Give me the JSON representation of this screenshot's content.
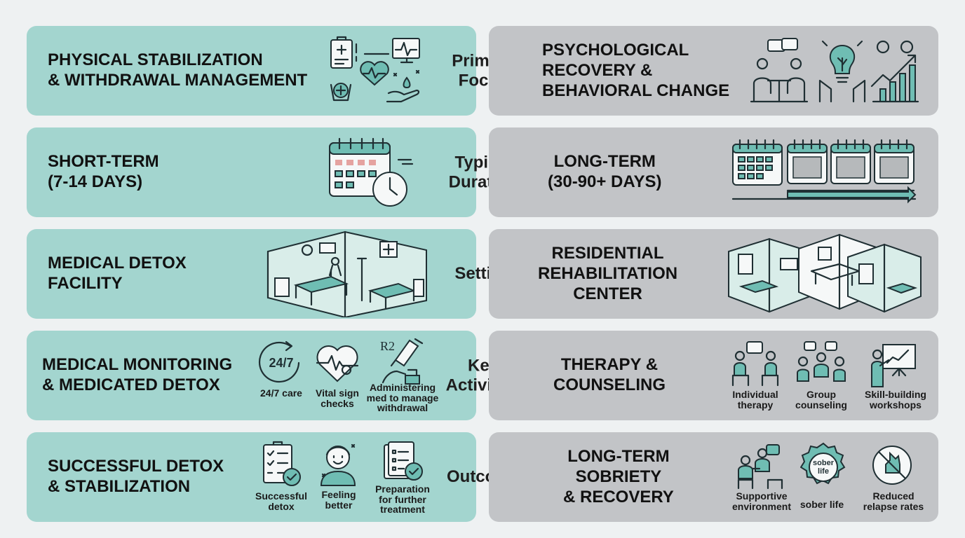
{
  "rows": [
    {
      "label": "Primary\nFocus",
      "left": {
        "title": "PHYSICAL STABILIZATION\n& WITHDRAWAL MANAGEMENT",
        "icon": "medical-care-icon"
      },
      "right": {
        "title": "PSYCHOLOGICAL\nRECOVERY &\nBEHAVIORAL CHANGE",
        "icon": "counseling-growth-icon"
      }
    },
    {
      "label": "Typical\nDuration",
      "left": {
        "title": "SHORT-TERM\n(7-14 DAYS)",
        "icon": "calendar-clock-icon"
      },
      "right": {
        "title": "LONG-TERM\n(30-90+ DAYS)",
        "icon": "calendar-timeline-icon"
      }
    },
    {
      "label": "Setting",
      "left": {
        "title": "MEDICAL DETOX\nFACILITY",
        "icon": "hospital-room-icon"
      },
      "right": {
        "title": "RESIDENTIAL\nREHABILITATION\nCENTER",
        "icon": "residential-home-icon"
      }
    },
    {
      "label": "Key\nActivities",
      "left": {
        "title": "MEDICAL MONITORING\n& MEDICATED DETOX",
        "items": [
          {
            "text": "24/7 care",
            "icon": "24-7-icon",
            "badge": "24/7"
          },
          {
            "text": "Vital sign\nchecks",
            "icon": "heart-pulse-icon"
          },
          {
            "text": "Administering\nmed to manage\nwithdrawal",
            "icon": "medication-icon",
            "badge": "R2"
          }
        ]
      },
      "right": {
        "title": "THERAPY &\nCOUNSELING",
        "items": [
          {
            "text": "Individual\ntherapy",
            "icon": "individual-therapy-icon"
          },
          {
            "text": "Group\ncounseling",
            "icon": "group-counseling-icon"
          },
          {
            "text": "Skill-building\nworkshops",
            "icon": "workshop-presentation-icon"
          }
        ]
      }
    },
    {
      "label": "Outcome",
      "left": {
        "title": "SUCCESSFUL DETOX\n& STABILIZATION",
        "items": [
          {
            "text": "Successful\ndetox",
            "icon": "checklist-icon"
          },
          {
            "text": "Feeling\nbetter",
            "icon": "smiling-person-icon"
          },
          {
            "text": "Preparation\nfor further\ntreatment",
            "icon": "document-check-icon"
          }
        ]
      },
      "right": {
        "title": "LONG-TERM\nSOBRIETY\n& RECOVERY",
        "items": [
          {
            "text": "Supportive\nenvironment",
            "icon": "support-conversation-icon"
          },
          {
            "text": "sober life",
            "icon": "sober-life-badge-icon",
            "badge": "sober\nlife"
          },
          {
            "text": "Reduced\nrelapse rates",
            "icon": "no-relapse-icon"
          }
        ]
      }
    }
  ],
  "colors": {
    "left_card": "#a3d5cf",
    "right_card": "#c2c4c7",
    "background": "#eef1f2",
    "accent": "#6fbdb3"
  }
}
